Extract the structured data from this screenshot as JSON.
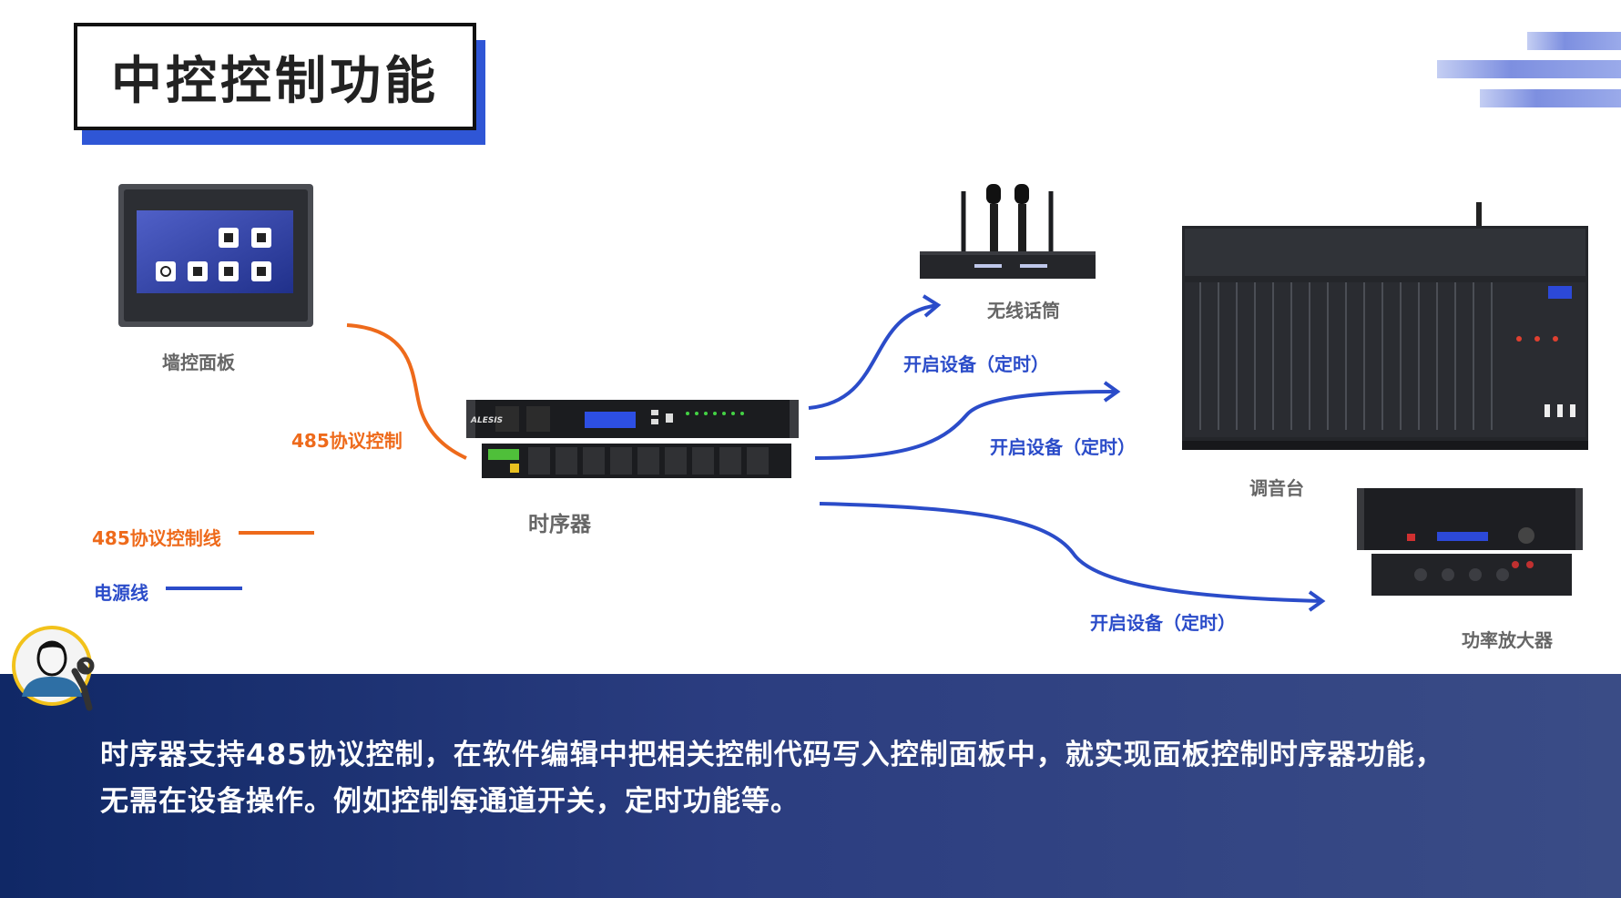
{
  "title": "中控控制功能",
  "devices": {
    "wall_panel": "墙控面板",
    "sequencer": "时序器",
    "wireless_mic": "无线话筒",
    "mixer": "调音台",
    "amplifier": "功率放大器"
  },
  "connections": {
    "protocol_label": "485协议控制",
    "open_label_1": "开启设备（定时）",
    "open_label_2": "开启设备（定时）",
    "open_label_3": "开启设备（定时）"
  },
  "legend": {
    "control_line": "485协议控制线",
    "power_line": "电源线"
  },
  "sequencer_brand": "ALESIS",
  "description": {
    "line1": "时序器支持485协议控制，在软件编辑中把相关控制代码写入控制面板中，就实现面板控制时序器功能，",
    "line2": "无需在设备操作。例如控制每通道开关，定时功能等。"
  },
  "colors": {
    "control_line": "#ee6a1b",
    "power_line": "#2b4cc9",
    "banner": "#1b3170",
    "title_accent": "#2f56d6"
  }
}
